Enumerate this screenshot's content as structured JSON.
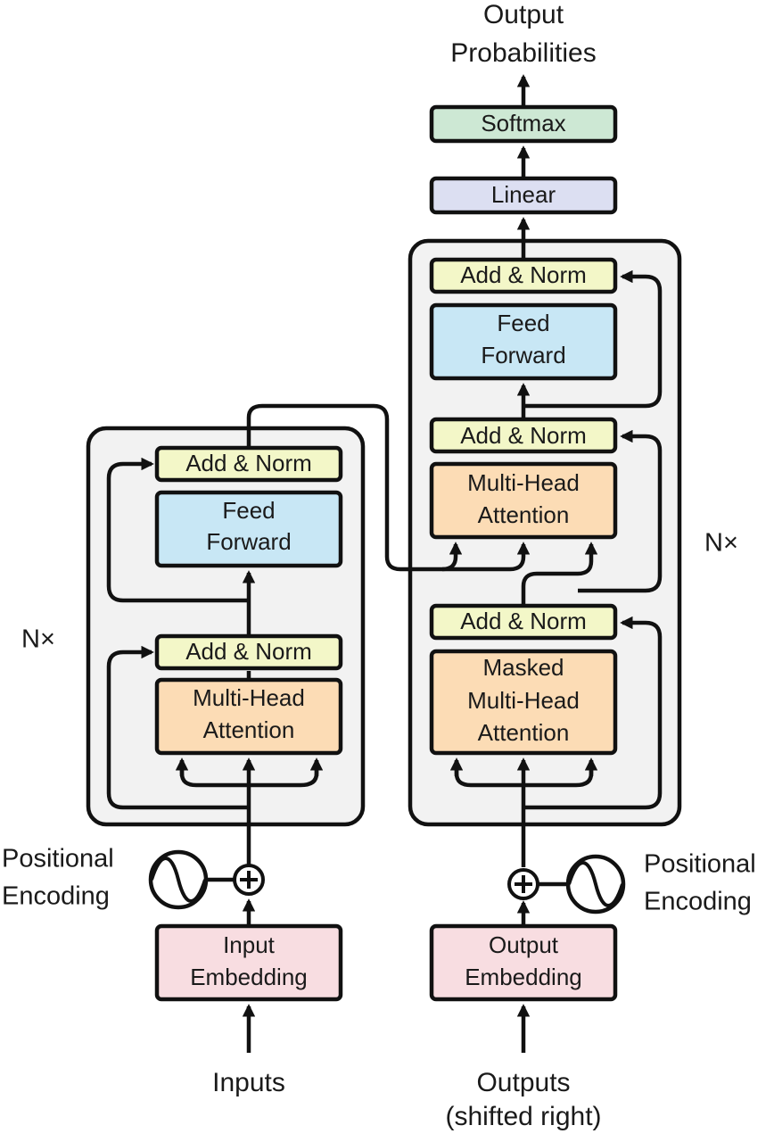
{
  "colors": {
    "add_norm": "#f3f7c8",
    "feed_forward": "#c8e7f5",
    "attention": "#fcdcb5",
    "embedding": "#f8dde1",
    "linear": "#dcdff2",
    "softmax": "#cde8d4",
    "panel": "#f2f2f2"
  },
  "top": {
    "line1": "Output",
    "line2": "Probabilities"
  },
  "softmax": "Softmax",
  "linear": "Linear",
  "encoder": {
    "add_norm_top": "Add & Norm",
    "ff_line1": "Feed",
    "ff_line2": "Forward",
    "add_norm_bottom": "Add & Norm",
    "mha_line1": "Multi-Head",
    "mha_line2": "Attention",
    "nx": "N×"
  },
  "decoder": {
    "add_norm_top": "Add & Norm",
    "ff_line1": "Feed",
    "ff_line2": "Forward",
    "add_norm_mid": "Add & Norm",
    "mha_line1": "Multi-Head",
    "mha_line2": "Attention",
    "add_norm_bottom": "Add & Norm",
    "masked_line1": "Masked",
    "masked_line2": "Multi-Head",
    "masked_line3": "Attention",
    "nx": "N×"
  },
  "pos_enc_left": {
    "line1": "Positional",
    "line2": "Encoding"
  },
  "pos_enc_right": {
    "line1": "Positional",
    "line2": "Encoding"
  },
  "input_embedding": {
    "line1": "Input",
    "line2": "Embedding"
  },
  "output_embedding": {
    "line1": "Output",
    "line2": "Embedding"
  },
  "inputs": "Inputs",
  "outputs": {
    "line1": "Outputs",
    "line2": "(shifted right)"
  },
  "icons": [
    "sine-wave-icon",
    "plus-circle-icon",
    "arrow-icon"
  ]
}
